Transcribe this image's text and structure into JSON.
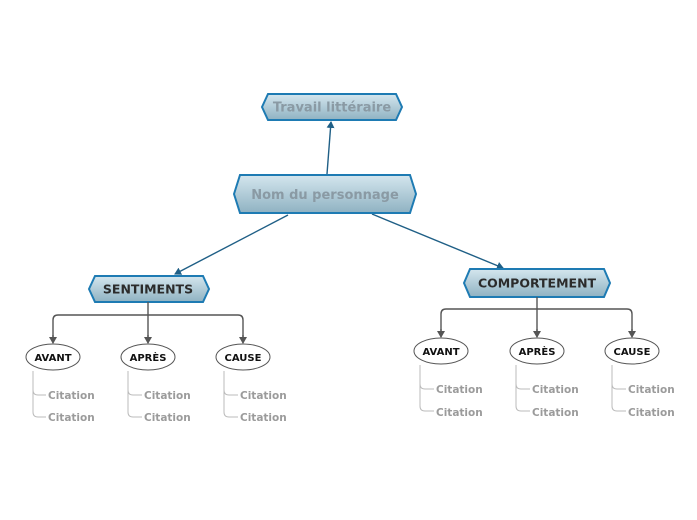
{
  "root": {
    "label": "Nom du personnage"
  },
  "parent": {
    "label": "Travail littéraire"
  },
  "branches": [
    {
      "label": "SENTIMENTS",
      "children": [
        {
          "label": "AVANT",
          "citations": [
            "Citation",
            "Citation"
          ]
        },
        {
          "label": "APRÈS",
          "citations": [
            "Citation",
            "Citation"
          ]
        },
        {
          "label": "CAUSE",
          "citations": [
            "Citation",
            "Citation"
          ]
        }
      ]
    },
    {
      "label": "COMPORTEMENT",
      "children": [
        {
          "label": "AVANT",
          "citations": [
            "Citation",
            "Citation"
          ]
        },
        {
          "label": "APRÈS",
          "citations": [
            "Citation",
            "Citation"
          ]
        },
        {
          "label": "CAUSE",
          "citations": [
            "Citation",
            "Citation"
          ]
        }
      ]
    }
  ],
  "colors": {
    "node_fill_top": "#d4e6ee",
    "node_fill_bottom": "#8fb2c2",
    "node_border": "#1e7bb3",
    "connector": "#1f5f86",
    "child_connector": "#555555",
    "citation_line": "#bbbbbb"
  }
}
